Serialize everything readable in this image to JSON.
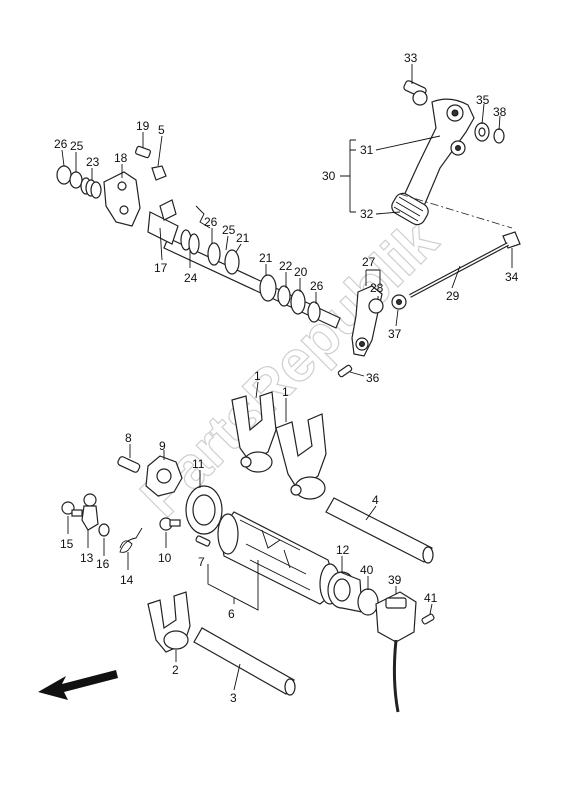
{
  "watermark": "PartsRepublik",
  "callouts": [
    {
      "id": "c1a",
      "text": "1"
    },
    {
      "id": "c1b",
      "text": "1"
    },
    {
      "id": "c2",
      "text": "2"
    },
    {
      "id": "c3",
      "text": "3"
    },
    {
      "id": "c4",
      "text": "4"
    },
    {
      "id": "c5",
      "text": "5"
    },
    {
      "id": "c6",
      "text": "6"
    },
    {
      "id": "c7",
      "text": "7"
    },
    {
      "id": "c8",
      "text": "8"
    },
    {
      "id": "c9",
      "text": "9"
    },
    {
      "id": "c10",
      "text": "10"
    },
    {
      "id": "c11",
      "text": "11"
    },
    {
      "id": "c12",
      "text": "12"
    },
    {
      "id": "c13",
      "text": "13"
    },
    {
      "id": "c14",
      "text": "14"
    },
    {
      "id": "c15",
      "text": "15"
    },
    {
      "id": "c16",
      "text": "16"
    },
    {
      "id": "c17",
      "text": "17"
    },
    {
      "id": "c18",
      "text": "18"
    },
    {
      "id": "c19",
      "text": "19"
    },
    {
      "id": "c20",
      "text": "20"
    },
    {
      "id": "c21a",
      "text": "21"
    },
    {
      "id": "c21b",
      "text": "21"
    },
    {
      "id": "c22",
      "text": "22"
    },
    {
      "id": "c23",
      "text": "23"
    },
    {
      "id": "c24",
      "text": "24"
    },
    {
      "id": "c25a",
      "text": "25"
    },
    {
      "id": "c25b",
      "text": "25"
    },
    {
      "id": "c26a",
      "text": "26"
    },
    {
      "id": "c26b",
      "text": "26"
    },
    {
      "id": "c26c",
      "text": "26"
    },
    {
      "id": "c27",
      "text": "27"
    },
    {
      "id": "c28",
      "text": "28"
    },
    {
      "id": "c29",
      "text": "29"
    },
    {
      "id": "c30",
      "text": "30"
    },
    {
      "id": "c31",
      "text": "31"
    },
    {
      "id": "c32",
      "text": "32"
    },
    {
      "id": "c33",
      "text": "33"
    },
    {
      "id": "c34",
      "text": "34"
    },
    {
      "id": "c35",
      "text": "35"
    },
    {
      "id": "c36",
      "text": "36"
    },
    {
      "id": "c37",
      "text": "37"
    },
    {
      "id": "c38",
      "text": "38"
    },
    {
      "id": "c39",
      "text": "39"
    },
    {
      "id": "c40",
      "text": "40"
    },
    {
      "id": "c41",
      "text": "41"
    }
  ]
}
